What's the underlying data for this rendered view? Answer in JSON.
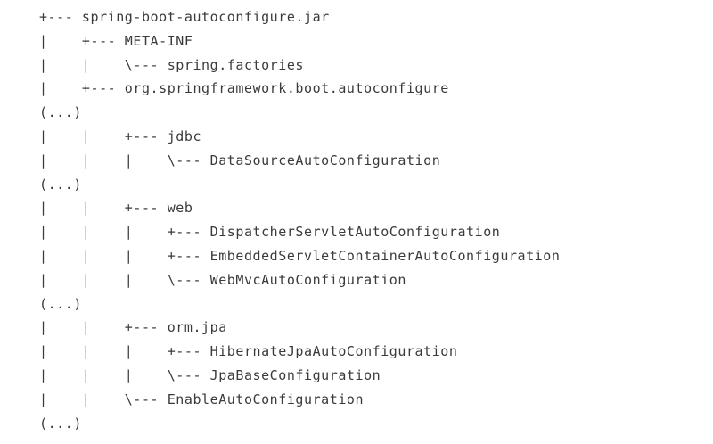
{
  "tree": {
    "lines": [
      "+--- spring-boot-autoconfigure.jar",
      "|    +--- META-INF",
      "|    |    \\--- spring.factories",
      "|    +--- org.springframework.boot.autoconfigure",
      "(...)",
      "|    |    +--- jdbc",
      "|    |    |    \\--- DataSourceAutoConfiguration",
      "(...)",
      "|    |    +--- web",
      "|    |    |    +--- DispatcherServletAutoConfiguration",
      "|    |    |    +--- EmbeddedServletContainerAutoConfiguration",
      "|    |    |    \\--- WebMvcAutoConfiguration",
      "(...)",
      "|    |    +--- orm.jpa",
      "|    |    |    +--- HibernateJpaAutoConfiguration",
      "|    |    |    \\--- JpaBaseConfiguration",
      "|    |    \\--- EnableAutoConfiguration",
      "(...)"
    ]
  }
}
